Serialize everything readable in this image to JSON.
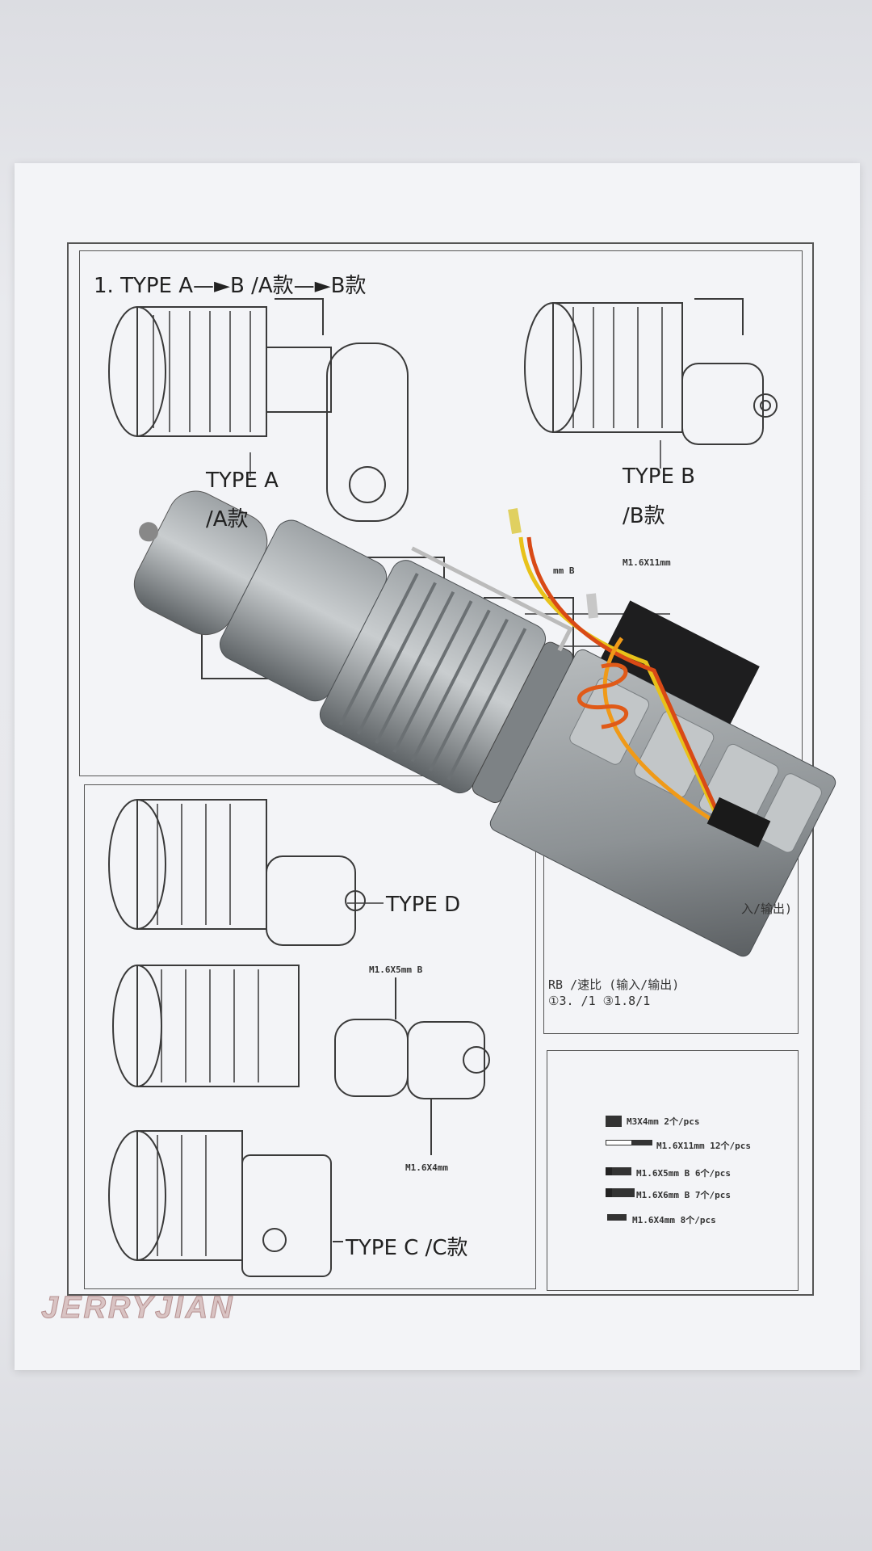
{
  "sheet": {
    "heading": "1. TYPE A—►B  /A款—►B款",
    "type_a": {
      "label": "TYPE A",
      "sub": "/A款"
    },
    "type_b": {
      "label": "TYPE B",
      "sub": "/B款"
    },
    "type_d": {
      "label": "TYPE D"
    },
    "type_c": {
      "label": "TYPE C /C款"
    },
    "callouts": {
      "top_screw_a": "mm B",
      "top_screw_b": "M1.6X11mm",
      "mid_screw": "M1.6X5mm B",
      "low_screw": "M1.6X4mm"
    },
    "ratio_panel": {
      "line1": "入/输出)",
      "line2": "RB          /速比 (输入/输出)",
      "line3": "①3.          /1  ③1.8/1"
    },
    "parts_list": [
      {
        "icon": "block-nut-icon",
        "label": "M3X4mm 2个/pcs"
      },
      {
        "icon": "long-screw-icon",
        "label": "M1.6X11mm 12个/pcs"
      },
      {
        "icon": "screw-b-icon",
        "label": "M1.6X5mm B  6个/pcs"
      },
      {
        "icon": "screw-b-icon",
        "label": "M1.6X6mm B  7个/pcs"
      },
      {
        "icon": "short-screw-icon",
        "label": "M1.6X4mm 8个/pcs"
      }
    ]
  },
  "watermark": "JERRYJIAN"
}
